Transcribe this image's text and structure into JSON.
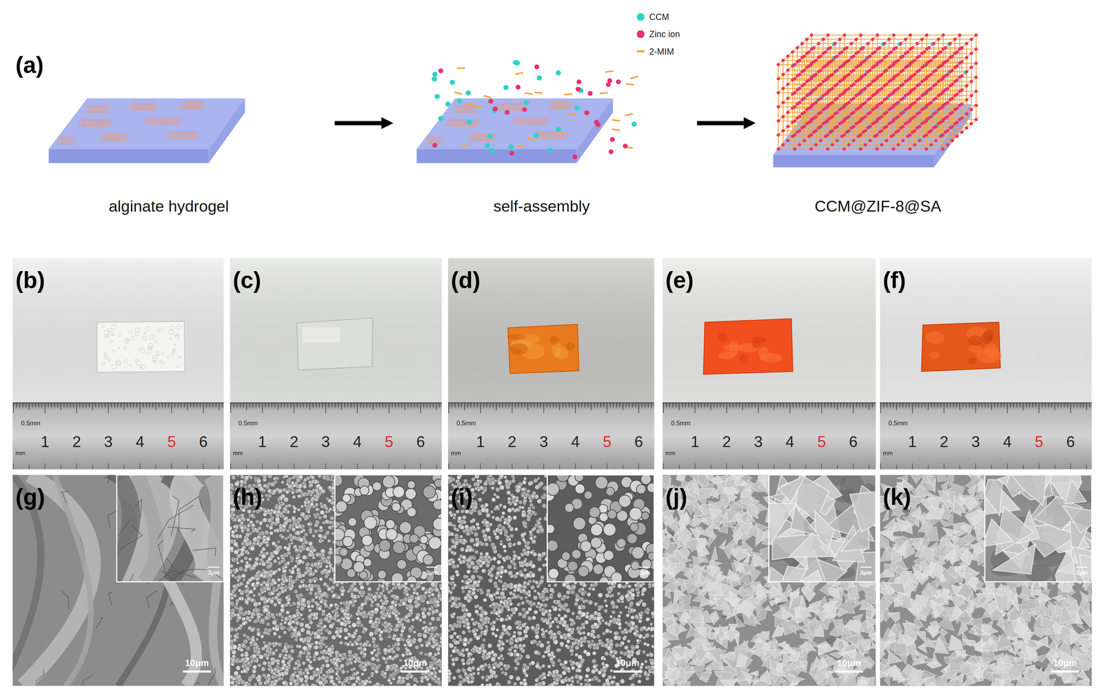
{
  "diagram": {
    "nodes": [
      {
        "text": [
          "alginate hydrogel"
        ]
      },
      {
        "text": [
          "self-assembly"
        ]
      },
      {
        "text": [
          "CCM@ZIF-8@SA"
        ]
      }
    ],
    "edges": [
      {
        "from": 0,
        "to": 1,
        "arrow": "to"
      },
      {
        "from": 1,
        "to": 2,
        "arrow": "to"
      }
    ],
    "labels": [
      "(a)",
      "(b)",
      "(c)",
      "(d)",
      "(e)",
      "(f)",
      "0.5mm",
      "mm",
      "1",
      "2",
      "3",
      "4",
      "5",
      "6",
      "0.5mm",
      "mm",
      "1",
      "2",
      "3",
      "4",
      "5",
      "6",
      "0.5mm",
      "mm",
      "1",
      "2",
      "3",
      "4",
      "5",
      "6",
      "0.5mm",
      "mm",
      "1",
      "2",
      "3",
      "4",
      "5",
      "6",
      "0.5mm",
      "mm",
      "1",
      "2",
      "3",
      "4",
      "5",
      "6",
      "(g)",
      "(h)",
      "(i)",
      "(j)",
      "(k)",
      "3μm",
      "10μm",
      "3μm",
      "10μm",
      "3μm",
      "10μm",
      "3μm",
      "10μm",
      "3μm",
      "10μm"
    ],
    "legend": [
      {
        "text": "CCM",
        "color": "#2ed3c6"
      },
      {
        "text": "Zinc ion",
        "color": "#e8336a"
      },
      {
        "text": "2-MIM"
      }
    ]
  }
}
